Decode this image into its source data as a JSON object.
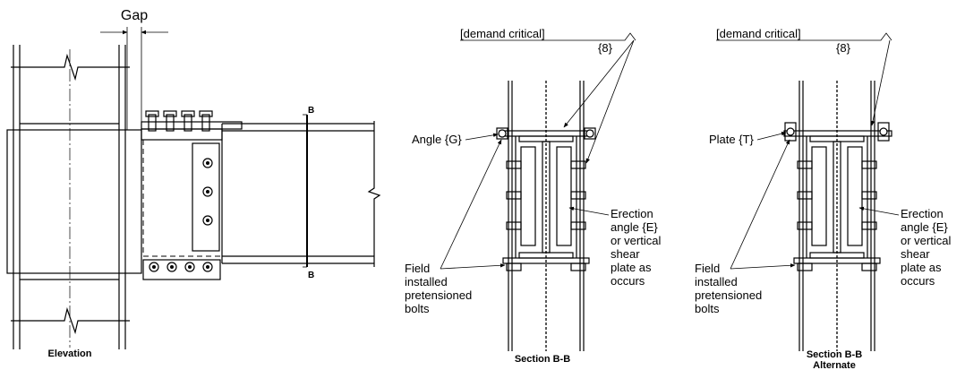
{
  "elevation": {
    "gap_label": "Gap",
    "section_mark": "B",
    "caption": "Elevation"
  },
  "section_bb": {
    "weld_note": "[demand critical]",
    "weld_size": "{8}",
    "angle_label": "Angle {G}",
    "erection_label": [
      "Erection",
      "angle {E}",
      "or vertical",
      "shear",
      "plate as",
      "occurs"
    ],
    "bolts_label": [
      "Field",
      "installed",
      "pretensioned",
      "bolts"
    ],
    "caption": "Section B-B"
  },
  "section_bb_alt": {
    "weld_note": "[demand critical]",
    "weld_size": "{8}",
    "plate_label": "Plate {T}",
    "erection_label": [
      "Erection",
      "angle {E}",
      "or vertical",
      "shear",
      "plate as",
      "occurs"
    ],
    "bolts_label": [
      "Field",
      "installed",
      "pretensioned",
      "bolts"
    ],
    "caption_line1": "Section B-B",
    "caption_line2": "Alternate"
  }
}
